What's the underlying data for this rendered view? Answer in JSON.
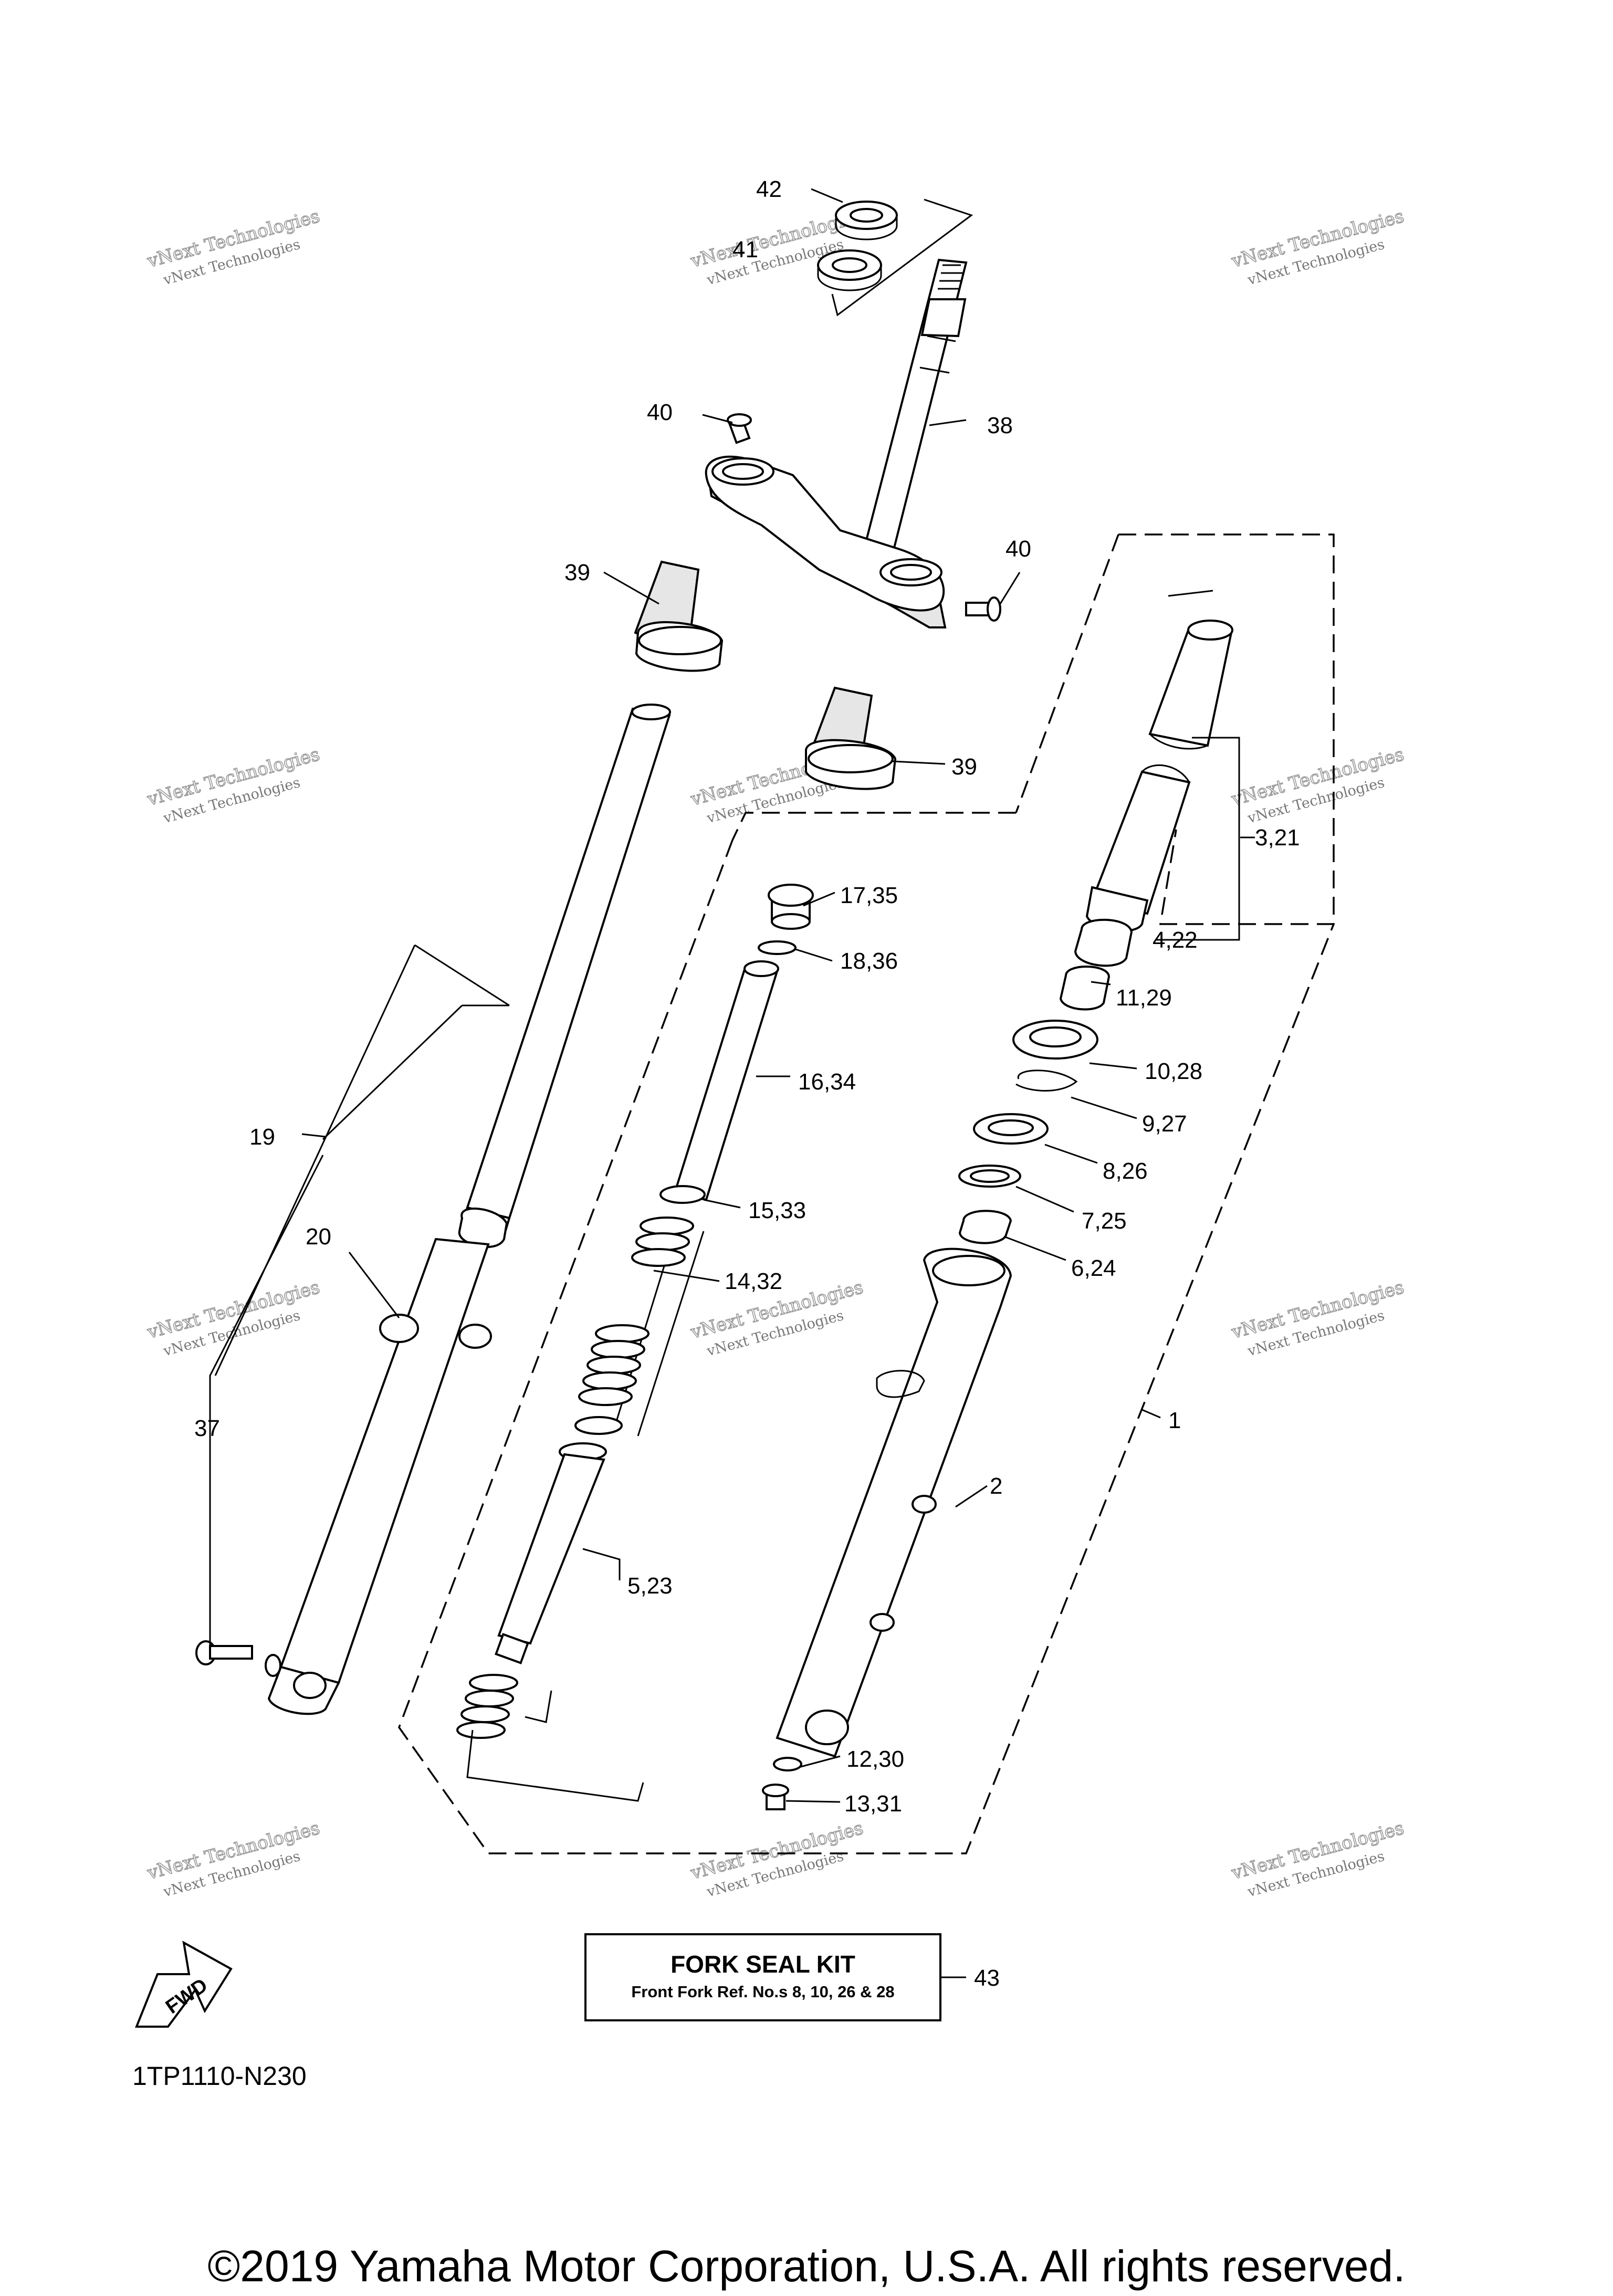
{
  "watermarks": [
    {
      "line1": "vNext Technologies",
      "line2": "vNext Technologies"
    }
  ],
  "callouts": {
    "c1": "1",
    "c2": "2",
    "c3_21": "3,21",
    "c4_22": "4,22",
    "c5_23": "5,23",
    "c6_24": "6,24",
    "c7_25": "7,25",
    "c8_26": "8,26",
    "c9_27": "9,27",
    "c10_28": "10,28",
    "c11_29": "11,29",
    "c12_30": "12,30",
    "c13_31": "13,31",
    "c14_32": "14,32",
    "c15_33": "15,33",
    "c16_34": "16,34",
    "c17_35": "17,35",
    "c18_36": "18,36",
    "c19": "19",
    "c20": "20",
    "c37": "37",
    "c38": "38",
    "c39a": "39",
    "c39b": "39",
    "c40a": "40",
    "c40b": "40",
    "c41": "41",
    "c42": "42",
    "c43": "43"
  },
  "kit": {
    "title": "FORK SEAL KIT",
    "subtitle": "Front Fork Ref. No.s  8, 10, 26 & 28"
  },
  "fwd_label": "FWD",
  "diagram_code": "1TP1110-N230",
  "copyright": "©2019 Yamaha Motor Corporation, U.S.A. All rights reserved."
}
